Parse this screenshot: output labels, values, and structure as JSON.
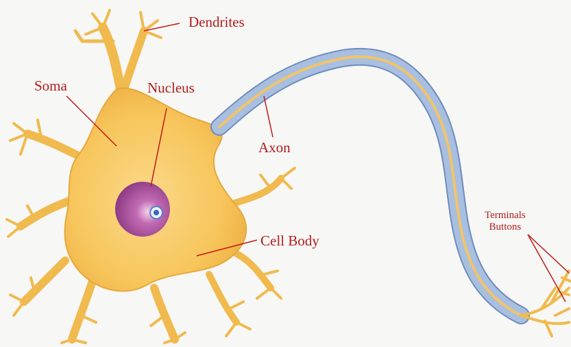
{
  "labels": {
    "dendrites": "Dendrites",
    "soma": "Soma",
    "nucleus": "Nucleus",
    "axon": "Axon",
    "cell_body": "Cell Body",
    "terminals": "Terminals",
    "buttons": "Buttons"
  },
  "colors": {
    "background": "#f7f7f5",
    "cell_body": "#f7c55b",
    "cell_edge": "#e4a93c",
    "nucleus": "#b55aa6",
    "myelin": "#9fb6d9",
    "myelin_edge": "#6f8cbf",
    "axon_core": "#f1c46a",
    "label": "#b01c1c"
  }
}
